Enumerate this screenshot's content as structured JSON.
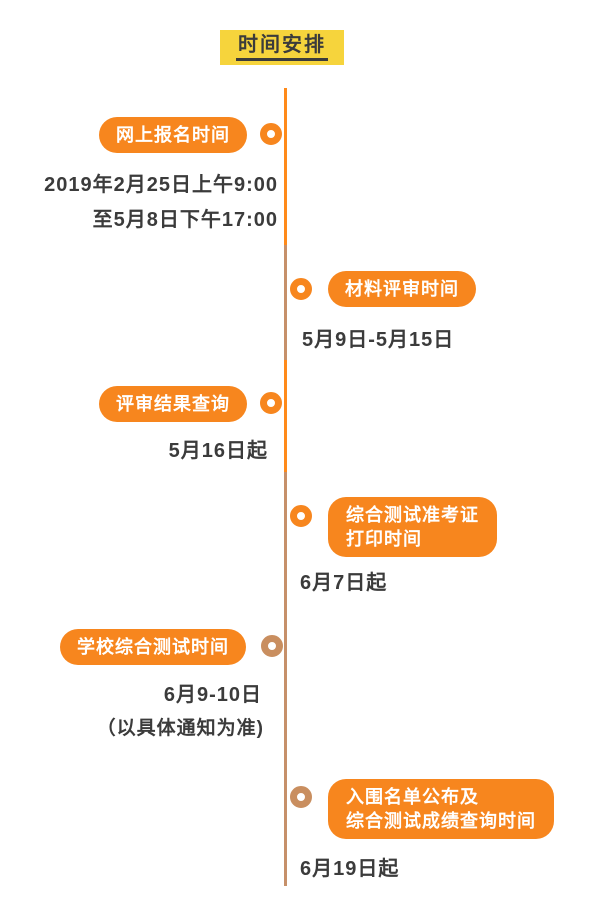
{
  "title": {
    "text": "时间安排"
  },
  "colors": {
    "badge_orange": "#F7861E",
    "line_orange": "#FF8A1A",
    "line_tan": "#C6906A",
    "dot_tan": "#C98E5F",
    "title_bg": "#F6D43C",
    "text_dark": "#3B3B3B"
  },
  "timeline": {
    "items": [
      {
        "side": "left",
        "label": "网上报名时间",
        "dates": [
          "2019年2月25日上午9:00",
          "至5月8日下午17:00"
        ]
      },
      {
        "side": "right",
        "label": "材料评审时间",
        "dates": [
          "5月9日-5月15日"
        ]
      },
      {
        "side": "left",
        "label": "评审结果查询",
        "dates": [
          "5月16日起"
        ]
      },
      {
        "side": "right",
        "lines": [
          "综合测试准考证",
          "打印时间"
        ],
        "dates": [
          "6月7日起"
        ]
      },
      {
        "side": "left",
        "label": "学校综合测试时间",
        "dates": [
          "6月9-10日",
          "（以具体通知为准)"
        ]
      },
      {
        "side": "right",
        "lines": [
          "入围名单公布及",
          "综合测试成绩查询时间"
        ],
        "dates": [
          "6月19日起"
        ]
      }
    ]
  }
}
